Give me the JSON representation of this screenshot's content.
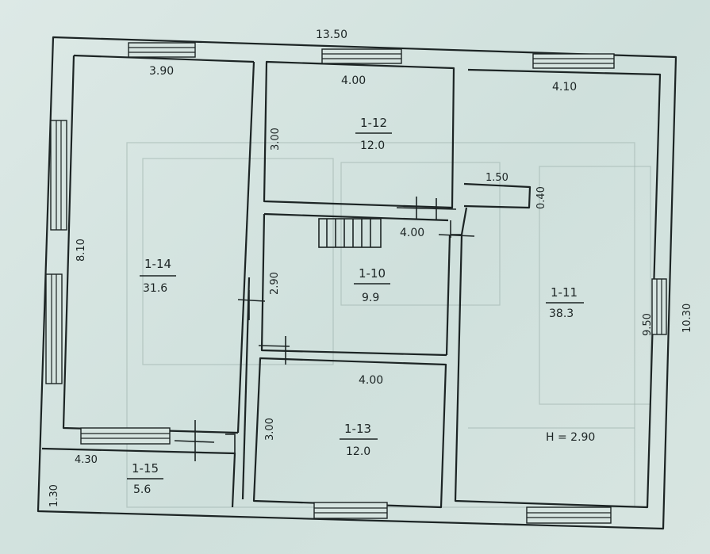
{
  "plan": {
    "overall_width": "13.50",
    "overall_height": "10.30",
    "ceiling_height": "H = 2.90",
    "rooms": [
      {
        "id": "1-14",
        "area": "31.6",
        "width": "3.90",
        "height": "8.10"
      },
      {
        "id": "1-12",
        "area": "12.0",
        "width": "4.00",
        "height": "3.00"
      },
      {
        "id": "1-10",
        "area": "9.9",
        "width": "4.00",
        "height": "2.90"
      },
      {
        "id": "1-13",
        "area": "12.0",
        "width": "4.00",
        "height": "3.00"
      },
      {
        "id": "1-11",
        "area": "38.3",
        "width": "4.10",
        "height": "9.50"
      },
      {
        "id": "1-15",
        "area": "5.6",
        "width": "4.30",
        "height": "1.30"
      }
    ],
    "ledge": {
      "width": "1.50",
      "depth": "0.40"
    }
  }
}
